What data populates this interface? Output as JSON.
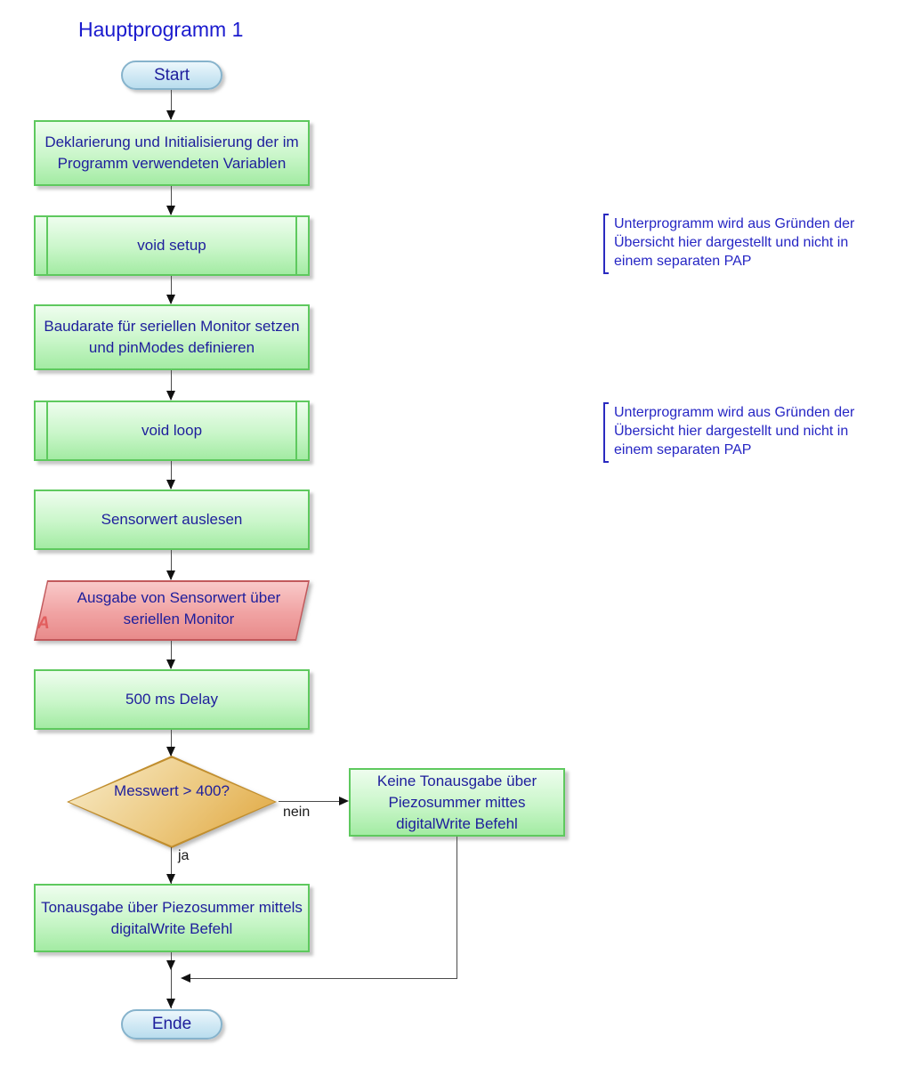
{
  "title": "Hauptprogramm 1",
  "nodes": {
    "start": {
      "label": "Start",
      "type": "terminator"
    },
    "declare": {
      "label": "Deklarierung und Initialisierung der im Programm verwendeten Variablen",
      "type": "process"
    },
    "void_setup": {
      "label": "void setup",
      "type": "predefined-process"
    },
    "baudrate": {
      "label": "Baudarate für seriellen Monitor setzen und pinModes definieren",
      "type": "process"
    },
    "void_loop": {
      "label": "void loop",
      "type": "predefined-process"
    },
    "read_sensor": {
      "label": "Sensorwert auslesen",
      "type": "process"
    },
    "serial_output": {
      "label": "Ausgabe von Sensorwert über seriellen Monitor",
      "corner_label": "A",
      "type": "input-output"
    },
    "delay": {
      "label": "500 ms Delay",
      "type": "process"
    },
    "decision": {
      "label": "Messwert > 400?",
      "type": "decision"
    },
    "no_branch": {
      "label": "Keine Tonausgabe über Piezosummer mittes digitalWrite Befehl",
      "type": "process"
    },
    "yes_branch": {
      "label": "Tonausgabe über Piezosummer mittels digitalWrite Befehl",
      "type": "process"
    },
    "end": {
      "label": "Ende",
      "type": "terminator"
    }
  },
  "edges": {
    "yes_label": "ja",
    "no_label": "nein"
  },
  "annotations": [
    {
      "text": "Unterprogramm wird aus Gründen der Übersicht hier dargestellt und nicht in einem separaten PAP"
    },
    {
      "text": "Unterprogramm wird aus Gründen der Übersicht hier dargestellt und nicht in einem separaten PAP"
    }
  ],
  "colors": {
    "process_fill": "#c9f6c9",
    "process_border": "#5ec95e",
    "decision_fill": "#dfa53c",
    "decision_border": "#c18e2e",
    "io_fill": "#f0a2a2",
    "io_border": "#c2595c",
    "terminator_fill": "#cfe8f4",
    "terminator_border": "#86b3cc",
    "node_text": "#1e1e9c",
    "title_text": "#1a1ace",
    "annotation_text": "#2626c4"
  }
}
